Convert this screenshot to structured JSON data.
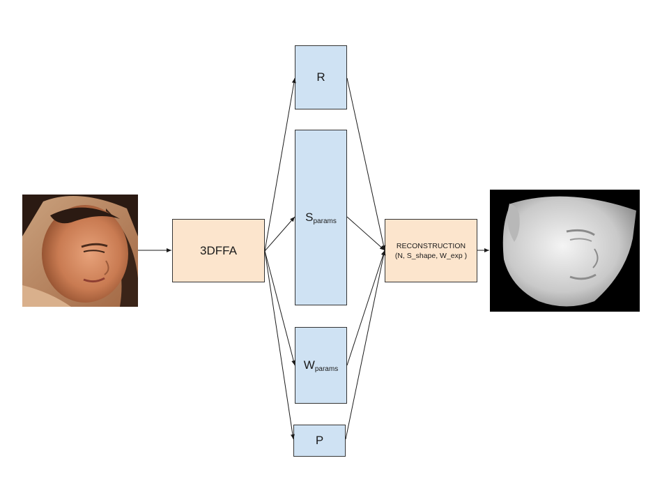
{
  "nodes": {
    "tdffa": {
      "label": "3DFFA"
    },
    "r": {
      "label": "R"
    },
    "s": {
      "main": "S",
      "sub": "params"
    },
    "w": {
      "main": "W",
      "sub": "params"
    },
    "p": {
      "label": "P"
    },
    "recon": {
      "line1": "RECONSTRUCTION",
      "line2": "(N, S_shape, W_exp )"
    }
  },
  "images": {
    "input_face": "input-face-photo",
    "output_mesh": "reconstructed-3d-face-mesh"
  },
  "colors": {
    "process_fill": "#fce5cd",
    "param_fill": "#cfe2f3",
    "stroke": "#333333",
    "mesh_background": "#000000"
  }
}
